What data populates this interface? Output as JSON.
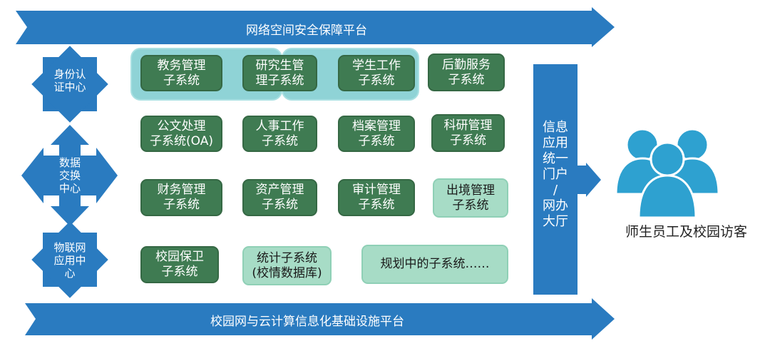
{
  "top_band": {
    "label": "网络空间安全保障平台"
  },
  "bottom_band": {
    "label": "校园网与云计算信息化基础设施平台"
  },
  "centers": [
    {
      "label": "身份认\n证中心"
    },
    {
      "label": "数据\n交换\n中心"
    },
    {
      "label": "物联网\n应用中\n心"
    }
  ],
  "subsystems": [
    {
      "label": "教务管理\n子系统",
      "style": "dark"
    },
    {
      "label": "研究生管\n理子系统",
      "style": "dark"
    },
    {
      "label": "学生工作\n子系统",
      "style": "dark"
    },
    {
      "label": "后勤服务\n子系统",
      "style": "dark"
    },
    {
      "label": "公文处理\n子系统(OA)",
      "style": "dark"
    },
    {
      "label": "人事工作\n子系统",
      "style": "dark"
    },
    {
      "label": "档案管理\n子系统",
      "style": "dark"
    },
    {
      "label": "科研管理\n子系统",
      "style": "dark"
    },
    {
      "label": "财务管理\n子系统",
      "style": "dark"
    },
    {
      "label": "资产管理\n子系统",
      "style": "dark"
    },
    {
      "label": "审计管理\n子系统",
      "style": "dark"
    },
    {
      "label": "出境管理\n子系统",
      "style": "light"
    },
    {
      "label": "校园保卫\n子系统",
      "style": "dark"
    },
    {
      "label": "统计子系统\n(校情数据库)",
      "style": "light"
    },
    {
      "label": "规划中的子系统……",
      "style": "light"
    }
  ],
  "portal": {
    "label": "信息\n应用\n统一\n门户\n/\n网办\n大厅"
  },
  "users": {
    "label": "师生员工及校园访客",
    "icon": "users-group-icon"
  },
  "colors": {
    "blue": "#2a7bc0",
    "dark_green": "#3f7b52",
    "light_green": "#a7dcc6",
    "teal_group": "#8fd3d6",
    "users_blue": "#2ea1d0"
  }
}
